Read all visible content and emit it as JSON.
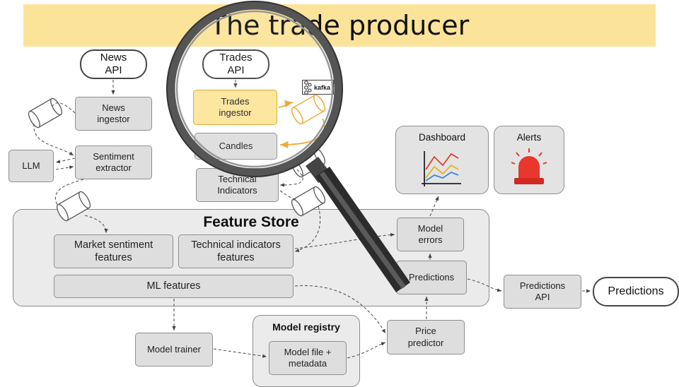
{
  "title": "The trade producer",
  "sources": {
    "news_api": "News\nAPI",
    "trades_api": "Trades\nAPI"
  },
  "ingestion": {
    "news_ingestor": "News\ningestor",
    "trades_ingestor": "Trades\ningestor",
    "sentiment_extractor": "Sentiment\nextractor",
    "llm": "LLM",
    "candles": "Candles",
    "technical_indicators": "Technical\nIndicators",
    "kafka_logo": "kafka"
  },
  "feature_store": {
    "title": "Feature Store",
    "market_sentiment": "Market sentiment\nfeatures",
    "technical_features": "Technical indicators\nfeatures",
    "ml_features": "ML features"
  },
  "monitoring": {
    "dashboard": "Dashboard",
    "alerts": "Alerts",
    "model_errors": "Model\nerrors",
    "predictions_box": "Predictions"
  },
  "serving": {
    "predictions_api": "Predictions\nAPI",
    "predictions_output": "Predictions",
    "price_predictor": "Price\npredictor"
  },
  "training": {
    "model_trainer": "Model trainer",
    "registry_title": "Model registry",
    "model_file": "Model file +\nmetadata"
  },
  "colors": {
    "banner": "#fbe49a",
    "highlight": "#fce59b",
    "highlight_border": "#e0a826",
    "box": "#dedede",
    "container": "#ebebeb"
  }
}
